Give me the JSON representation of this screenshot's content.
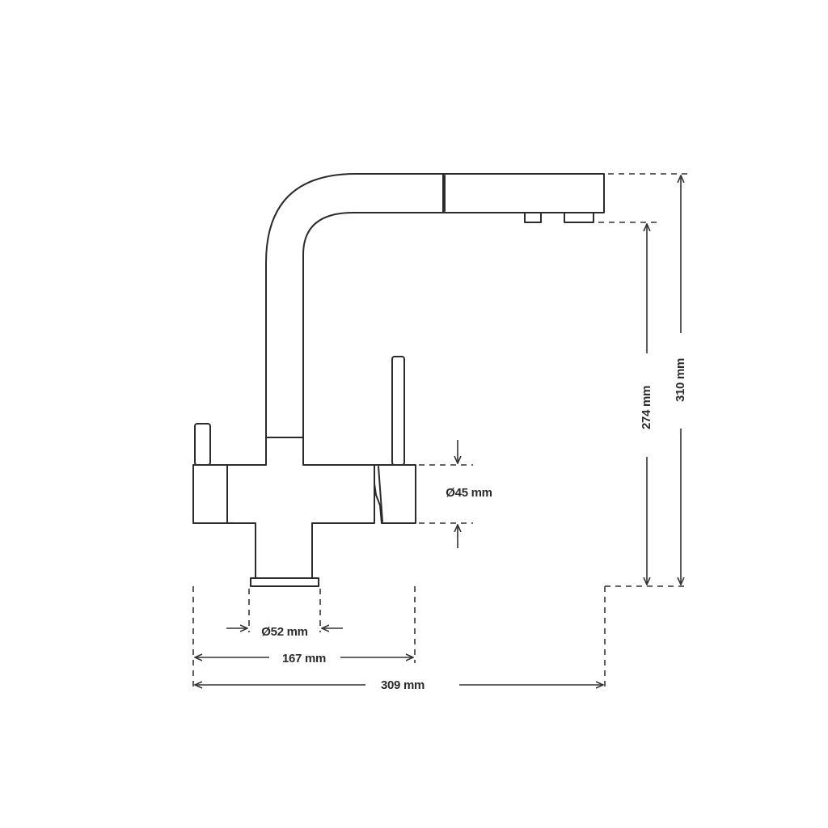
{
  "dimensions": {
    "overall_height": "310 mm",
    "spout_height": "274 mm",
    "body_diameter": "Ø45 mm",
    "base_diameter": "Ø52 mm",
    "base_span": "167 mm",
    "overall_width": "309 mm"
  },
  "colors": {
    "line": "#2b2b2b",
    "background": "#ffffff"
  }
}
